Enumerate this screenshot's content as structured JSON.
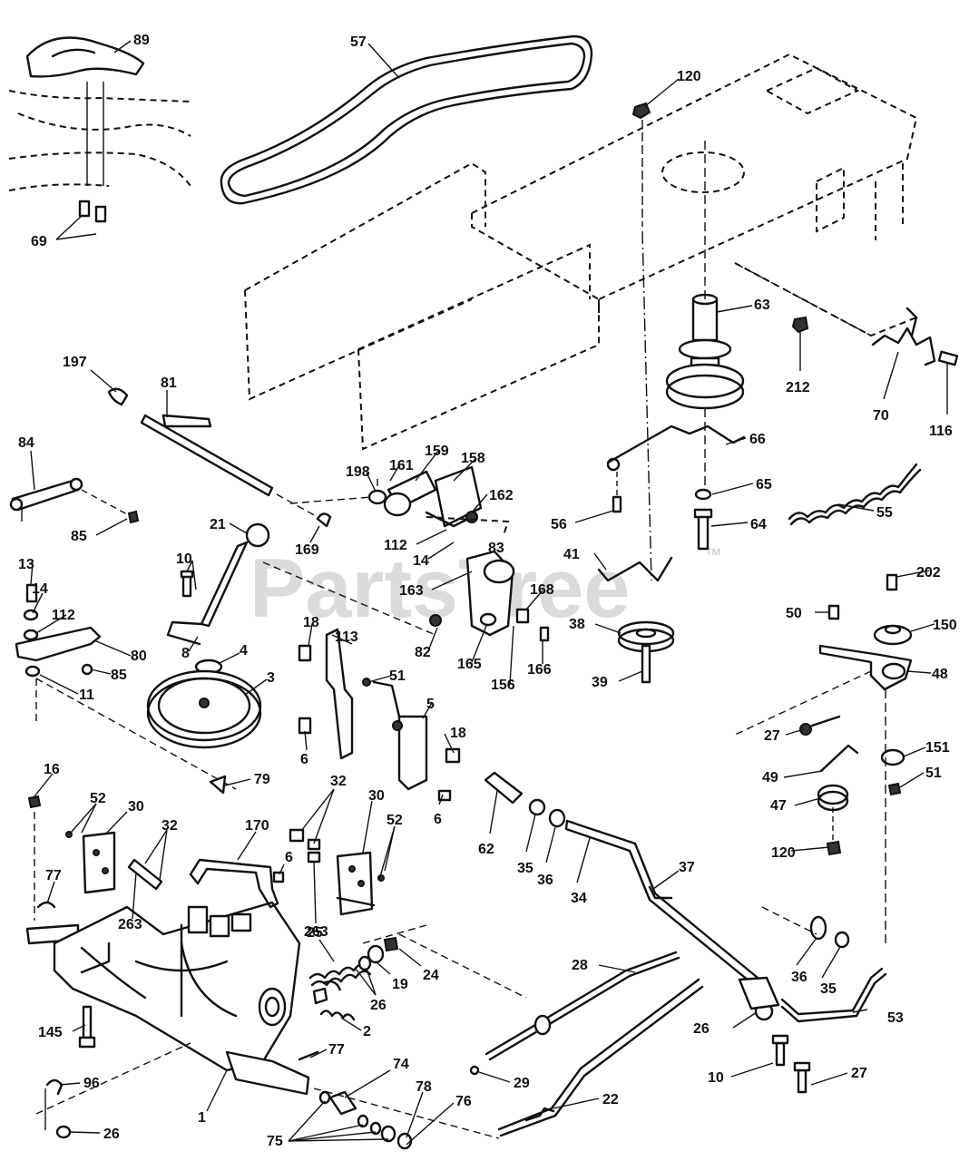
{
  "watermark": {
    "text": "PartsTree",
    "trademark": "TM"
  },
  "callouts": [
    {
      "label": "89"
    },
    {
      "label": "57"
    },
    {
      "label": "120"
    },
    {
      "label": "69"
    },
    {
      "label": "63"
    },
    {
      "label": "212"
    },
    {
      "label": "70"
    },
    {
      "label": "116"
    },
    {
      "label": "197"
    },
    {
      "label": "81"
    },
    {
      "label": "84"
    },
    {
      "label": "159"
    },
    {
      "label": "158"
    },
    {
      "label": "198"
    },
    {
      "label": "161"
    },
    {
      "label": "162"
    },
    {
      "label": "66"
    },
    {
      "label": "65"
    },
    {
      "label": "64"
    },
    {
      "label": "56"
    },
    {
      "label": "55"
    },
    {
      "label": "85"
    },
    {
      "label": "21"
    },
    {
      "label": "169"
    },
    {
      "label": "112"
    },
    {
      "label": "14"
    },
    {
      "label": "83"
    },
    {
      "label": "41"
    },
    {
      "label": "13"
    },
    {
      "label": "10"
    },
    {
      "label": "163"
    },
    {
      "label": "168"
    },
    {
      "label": "14"
    },
    {
      "label": "112"
    },
    {
      "label": "202"
    },
    {
      "label": "50"
    },
    {
      "label": "150"
    },
    {
      "label": "8"
    },
    {
      "label": "80"
    },
    {
      "label": "82"
    },
    {
      "label": "165"
    },
    {
      "label": "156"
    },
    {
      "label": "166"
    },
    {
      "label": "38"
    },
    {
      "label": "18"
    },
    {
      "label": "113"
    },
    {
      "label": "4"
    },
    {
      "label": "85"
    },
    {
      "label": "39"
    },
    {
      "label": "48"
    },
    {
      "label": "3"
    },
    {
      "label": "51"
    },
    {
      "label": "11"
    },
    {
      "label": "27"
    },
    {
      "label": "5"
    },
    {
      "label": "18"
    },
    {
      "label": "6"
    },
    {
      "label": "151"
    },
    {
      "label": "16"
    },
    {
      "label": "49"
    },
    {
      "label": "51"
    },
    {
      "label": "79"
    },
    {
      "label": "32"
    },
    {
      "label": "47"
    },
    {
      "label": "52"
    },
    {
      "label": "30"
    },
    {
      "label": "62"
    },
    {
      "label": "30"
    },
    {
      "label": "6"
    },
    {
      "label": "32"
    },
    {
      "label": "52"
    },
    {
      "label": "170"
    },
    {
      "label": "120"
    },
    {
      "label": "35"
    },
    {
      "label": "36"
    },
    {
      "label": "34"
    },
    {
      "label": "263"
    },
    {
      "label": "263"
    },
    {
      "label": "6"
    },
    {
      "label": "37"
    },
    {
      "label": "77"
    },
    {
      "label": "25"
    },
    {
      "label": "24"
    },
    {
      "label": "19"
    },
    {
      "label": "36"
    },
    {
      "label": "35"
    },
    {
      "label": "26"
    },
    {
      "label": "28"
    },
    {
      "label": "53"
    },
    {
      "label": "145"
    },
    {
      "label": "2"
    },
    {
      "label": "26"
    },
    {
      "label": "77"
    },
    {
      "label": "96"
    },
    {
      "label": "74"
    },
    {
      "label": "29"
    },
    {
      "label": "10"
    },
    {
      "label": "27"
    },
    {
      "label": "1"
    },
    {
      "label": "78"
    },
    {
      "label": "76"
    },
    {
      "label": "22"
    },
    {
      "label": "26"
    },
    {
      "label": "75"
    }
  ]
}
